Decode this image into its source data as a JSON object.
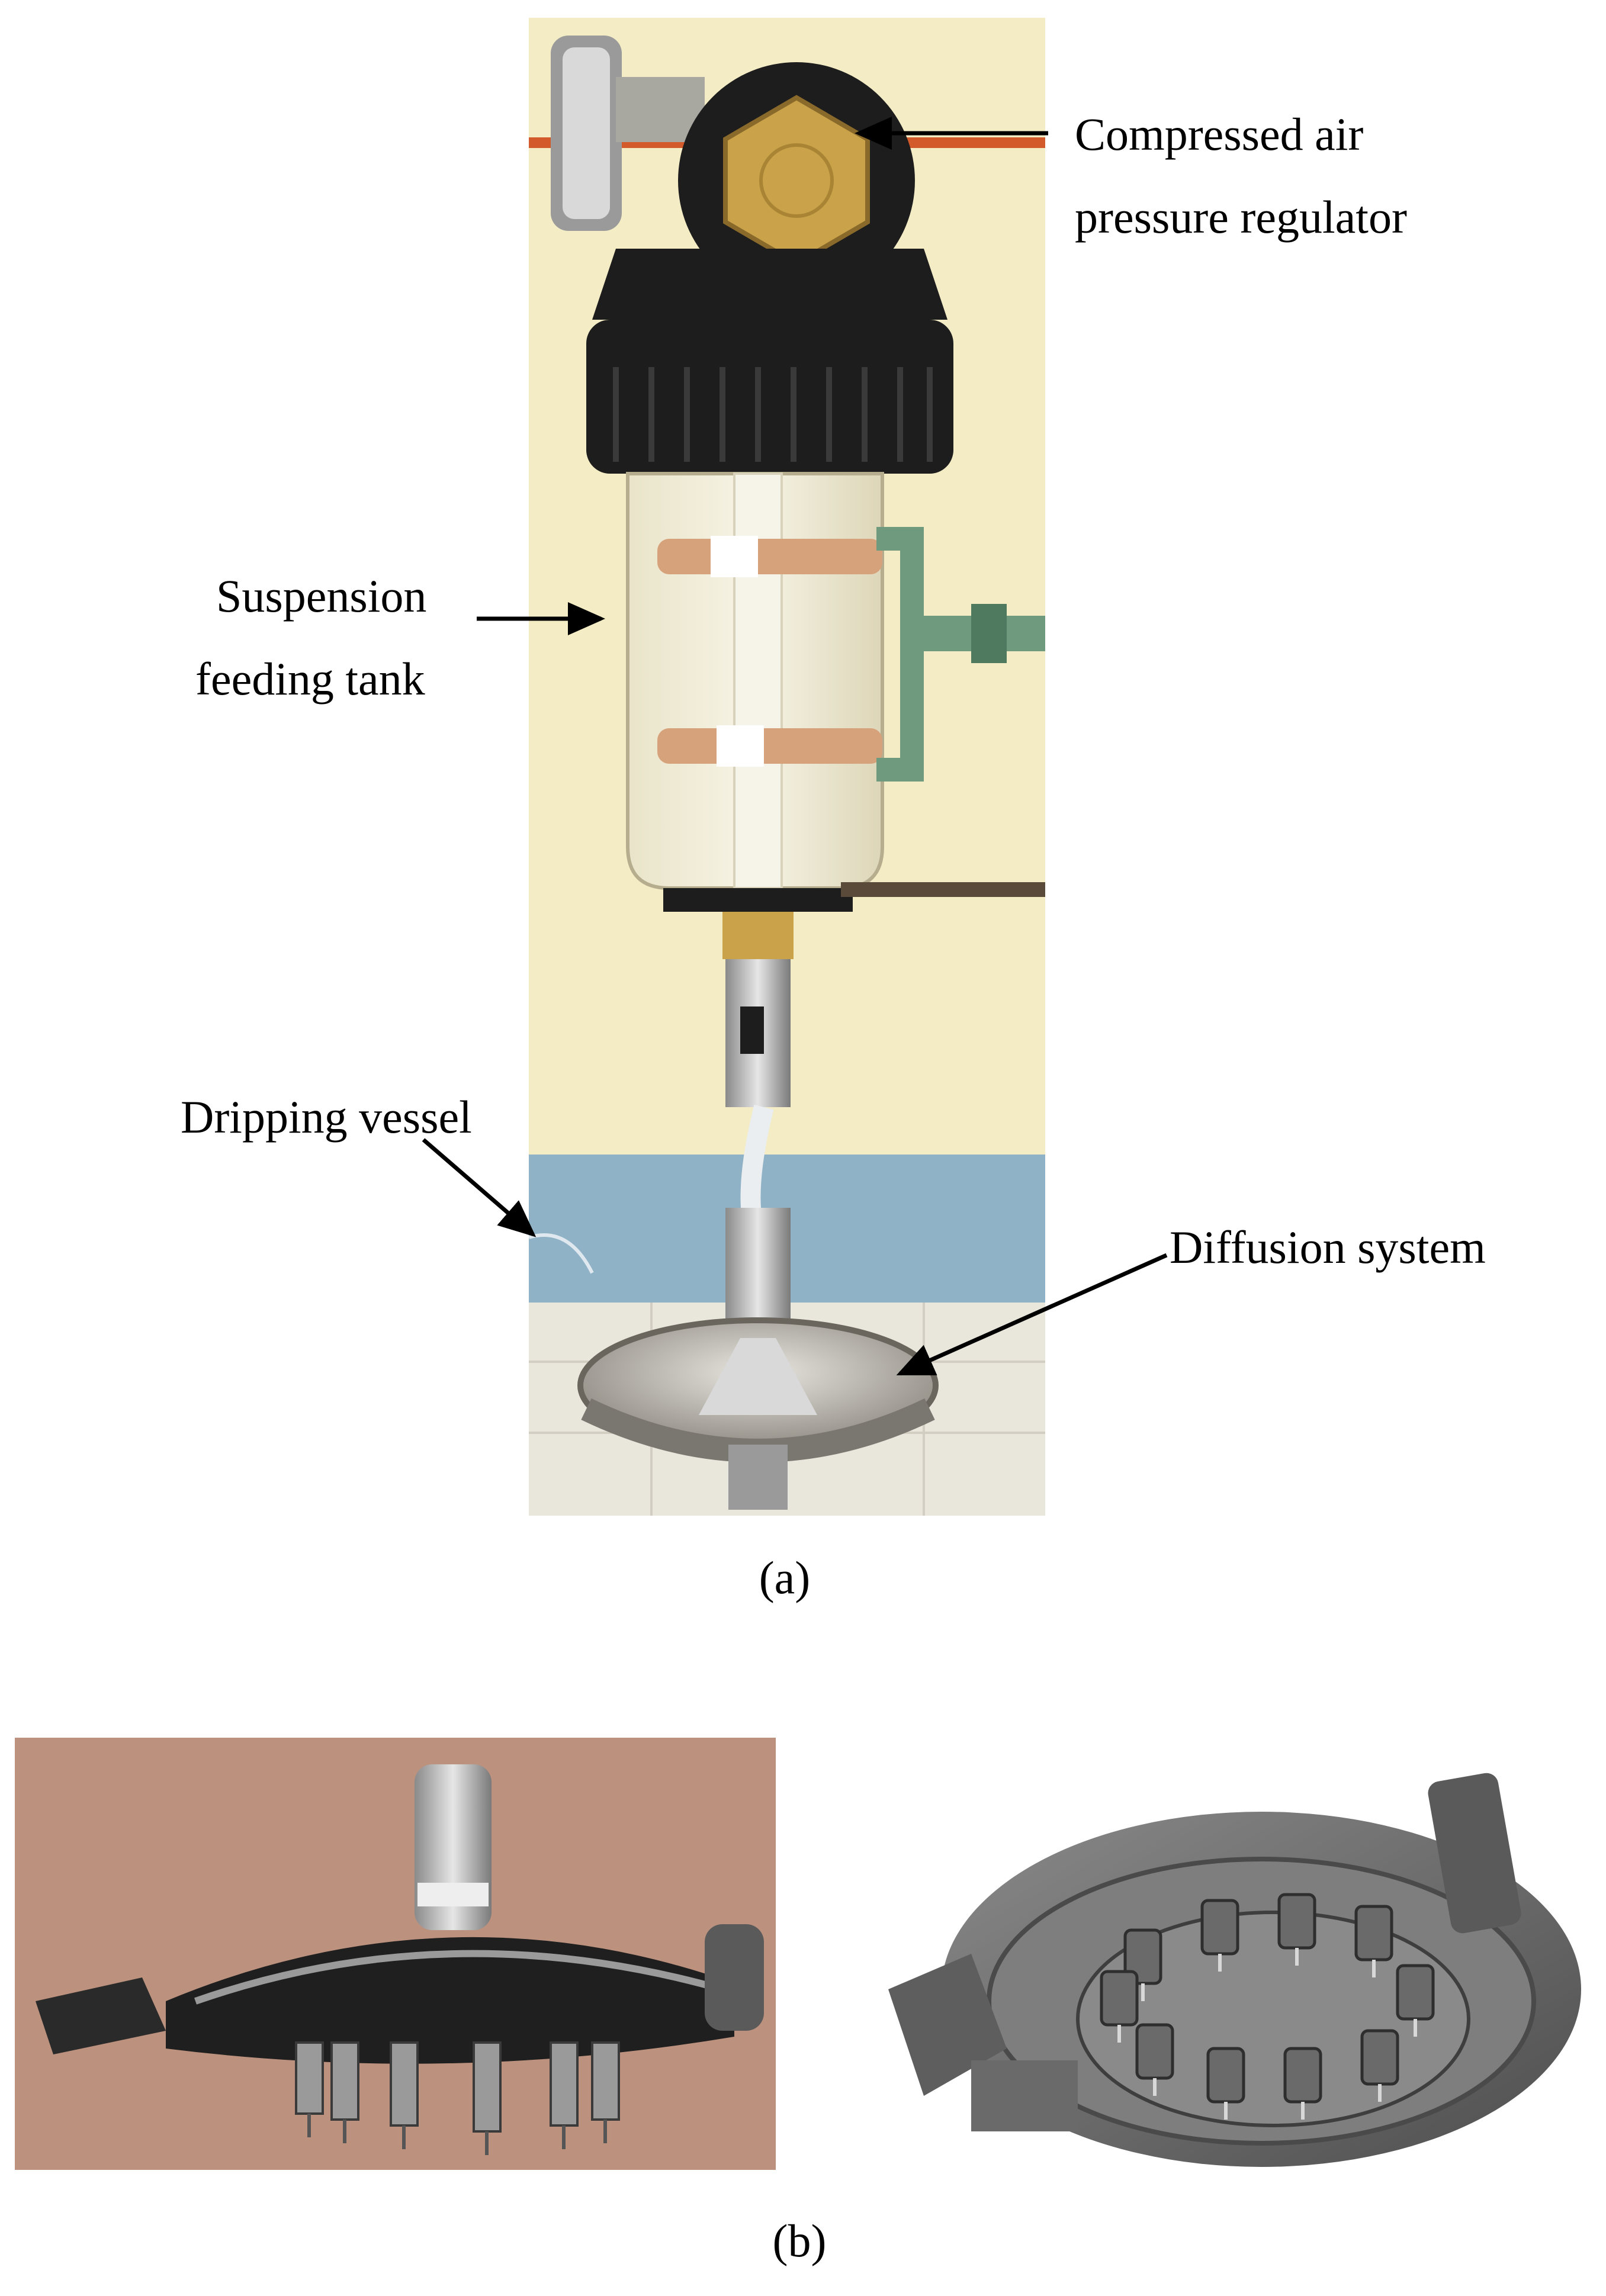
{
  "figure": {
    "labels": {
      "regulator": [
        "Compressed air",
        "pressure regulator"
      ],
      "tank": [
        "Suspension",
        "feeding tank"
      ],
      "vessel": "Dripping vessel",
      "diffusion": "Diffusion system"
    },
    "captions": {
      "a": "(a)",
      "b": "(b)"
    }
  },
  "colors": {
    "wall": "#f4ecc4",
    "blue_tile": "#8fb2c6",
    "floor": "#e9e6dc",
    "black_cap": "#1d1d1d",
    "brass": "#c9a24a",
    "green": "#6f9a7e",
    "steel": "#b8b8b8",
    "photo_bg_b": "#b88a78",
    "cad_gray": "#6e6e6e"
  }
}
